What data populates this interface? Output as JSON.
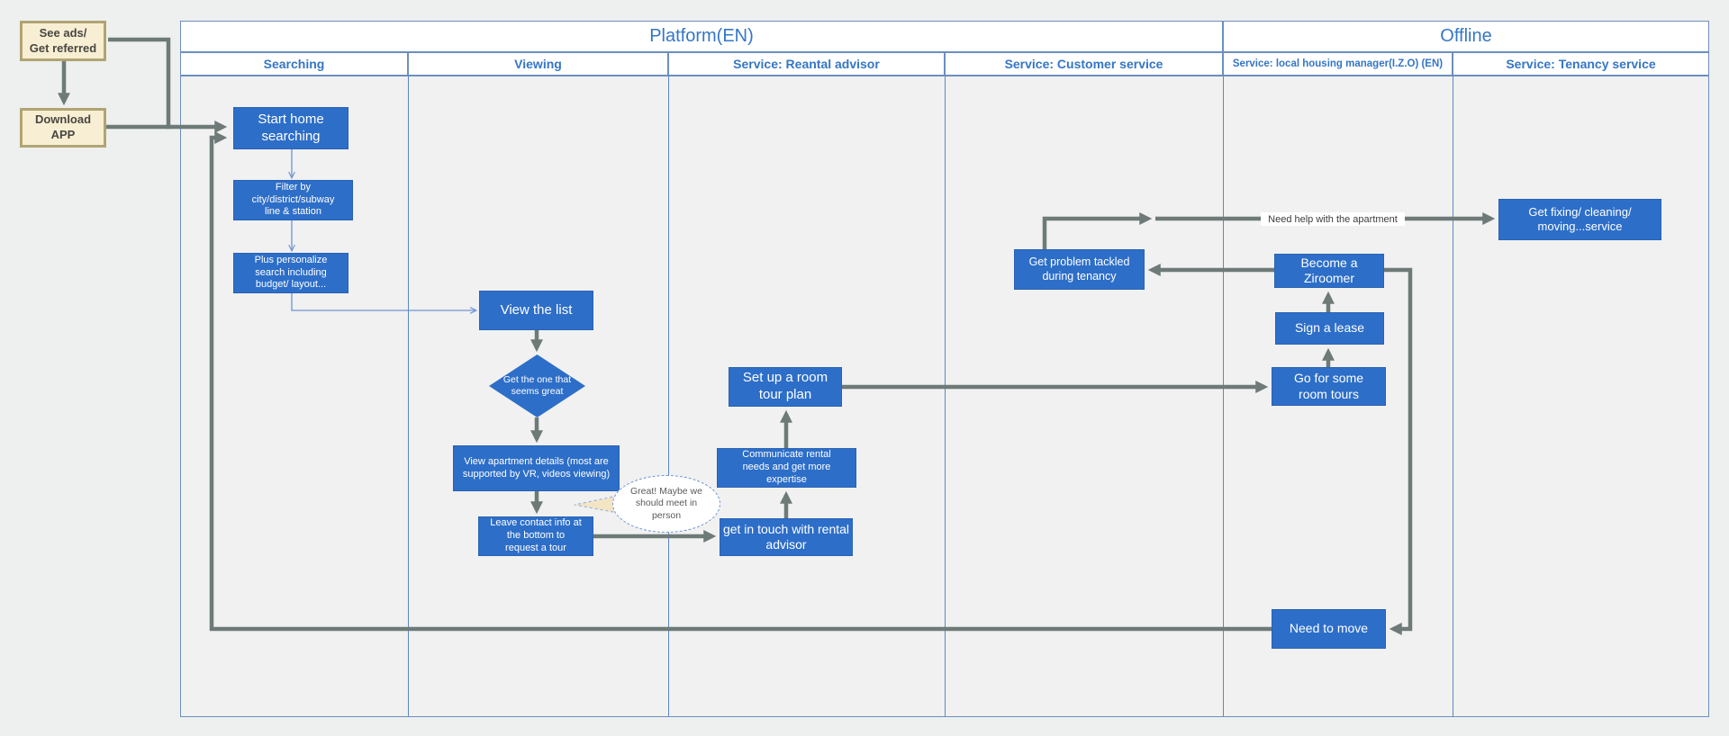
{
  "colors": {
    "node_fill": "#2d6ec8",
    "node_text": "#ffffff",
    "lane_border": "#6c8ebf",
    "lane_header_text": "#3576c6",
    "connector_gray": "#6d7a78",
    "connector_blue": "#6f93d2",
    "note_fill": "#f8eed3",
    "note_border": "#b0a473",
    "background": "#eef0ef"
  },
  "pre_platform": {
    "see_ads": "See ads/\nGet referred",
    "download_app": "Download\nAPP"
  },
  "swimlanes": {
    "groups": [
      {
        "label": "Platform(EN)"
      },
      {
        "label": "Offline"
      }
    ],
    "columns": [
      {
        "label": "Searching"
      },
      {
        "label": "Viewing"
      },
      {
        "label": "Service: Reantal advisor"
      },
      {
        "label": "Service: Customer service"
      },
      {
        "label": "Service: local housing manager(I.Z.O) (EN)"
      },
      {
        "label": "Service: Tenancy service"
      }
    ]
  },
  "nodes": {
    "start_home": "Start home\nsearching",
    "filter_by": "Filter by\ncity/district/subway\nline & station",
    "plus_personalize": "Plus personalize\nsearch including\nbudget/ layout...",
    "view_list": "View the list",
    "decision": "Get the one that\nseems great",
    "view_details": "View apartment details (most are\nsupported by VR, videos viewing)",
    "leave_contact": "Leave contact info at\nthe bottom to\nrequest a tour",
    "bubble": "Great! Maybe we\nshould meet in\nperson",
    "get_in_touch": "get in touch with rental\nadvisor",
    "communicate": "Communicate rental\nneeds and get more\nexpertise",
    "setup_tour": "Set up a room\ntour plan",
    "get_problem": "Get problem tackled\nduring tenancy",
    "become_ziroomer": "Become a\nZiroomer",
    "sign_lease": "Sign a lease",
    "go_tours": "Go for some\nroom tours",
    "need_move": "Need to move",
    "get_fixing": "Get fixing/ cleaning/\nmoving...service"
  },
  "edge_labels": {
    "need_help": "Need help with the apartment"
  }
}
